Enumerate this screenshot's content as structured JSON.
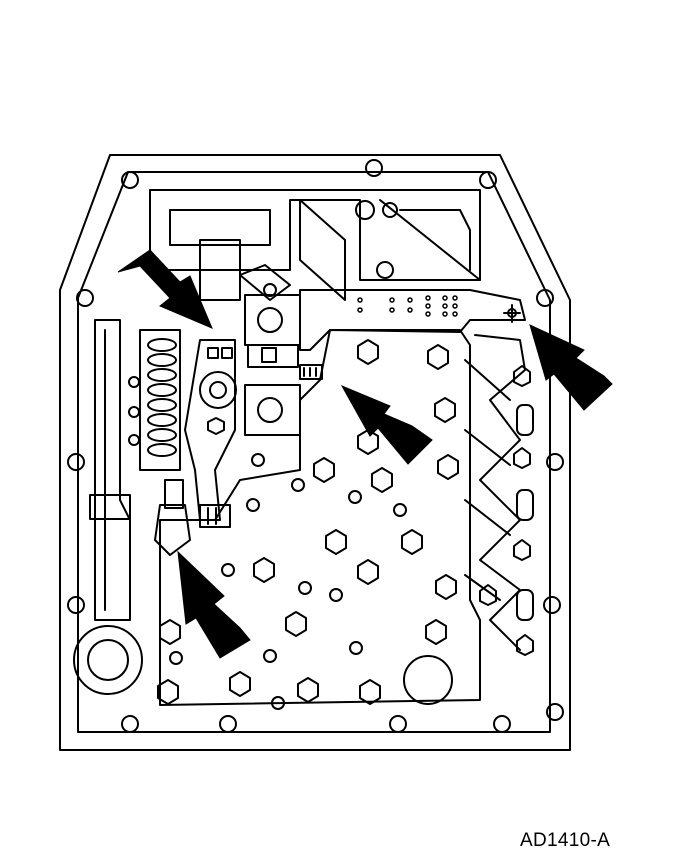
{
  "figure": {
    "id_label": "AD1410-A"
  },
  "colors": {
    "line": "#000000",
    "fill": "#ffffff",
    "arrow": "#000000"
  },
  "arrows": [
    {
      "name": "upper-left-arrow",
      "points_to": "solenoid-connector-left"
    },
    {
      "name": "right-arrow",
      "points_to": "bracket-right-end"
    },
    {
      "name": "center-arrow",
      "points_to": "connector-center"
    },
    {
      "name": "lower-left-arrow",
      "points_to": "lower-connector"
    }
  ]
}
